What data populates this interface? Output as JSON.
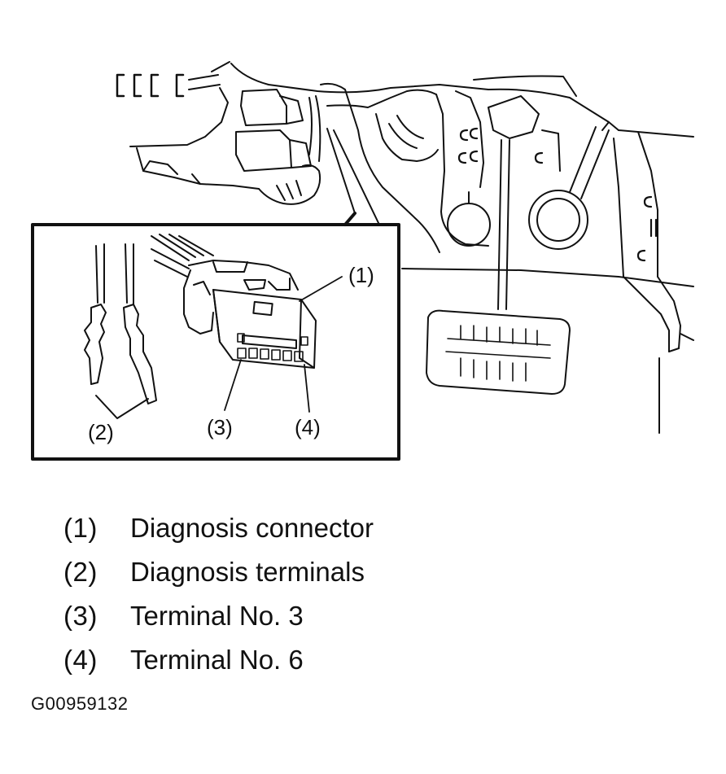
{
  "callouts": {
    "c1": "(1)",
    "c2": "(2)",
    "c3": "(3)",
    "c4": "(4)"
  },
  "legend": [
    {
      "number": "(1)",
      "text": "Diagnosis connector"
    },
    {
      "number": "(2)",
      "text": "Diagnosis terminals"
    },
    {
      "number": "(3)",
      "text": "Terminal No. 3"
    },
    {
      "number": "(4)",
      "text": "Terminal No. 6"
    }
  ],
  "figure_code": "G00959132"
}
